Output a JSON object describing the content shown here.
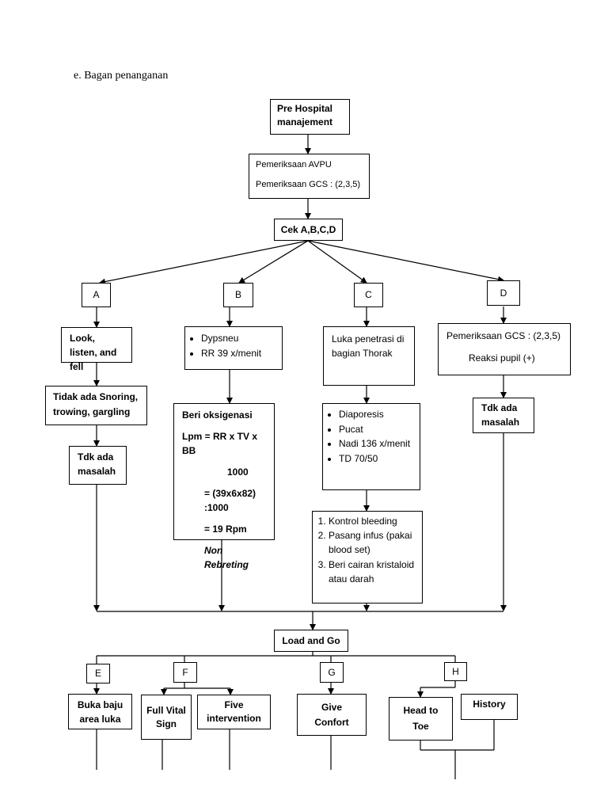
{
  "heading": "e. Bagan penanganan",
  "pre_hospital": "Pre Hospital manajement",
  "avpu": {
    "line1": "Pemeriksaan AVPU",
    "line2": "Pemeriksaan GCS : (2,3,5)"
  },
  "cek": "Cek A,B,C,D",
  "letters": {
    "a": "A",
    "b": "B",
    "c": "C",
    "d": "D",
    "e": "E",
    "f": "F",
    "g": "G",
    "h": "H"
  },
  "a_col": {
    "look": "Look, listen, and fell",
    "snoring": "Tidak ada Snoring, trowing, gargling",
    "tdk": "Tdk ada masalah"
  },
  "b_col": {
    "symptoms": [
      "Dypsneu",
      "RR 39 x/menit"
    ],
    "oksigen_title": "Beri oksigenasi",
    "formula": "Lpm = RR x TV x BB",
    "divisor": "1000",
    "calc": "= (39x6x82) :1000",
    "result": "= 19 Rpm",
    "note": "Non Rebreting"
  },
  "c_col": {
    "luka": "Luka penetrasi di bagian Thorak",
    "signs": [
      "Diaporesis",
      "Pucat",
      "Nadi 136 x/menit",
      "TD 70/50"
    ],
    "actions": [
      "Kontrol bleeding",
      "Pasang infus (pakai blood set)",
      "Beri cairan kristaloid atau darah"
    ]
  },
  "d_col": {
    "gcs": "Pemeriksaan GCS : (2,3,5)",
    "pupil": "Reaksi pupil (+)",
    "tdk": "Tdk ada masalah"
  },
  "load_go": "Load and Go",
  "bottom": {
    "buka": "Buka baju area  luka",
    "full_vital": "Full Vital Sign",
    "five": "Five intervention",
    "give": "Give Confort",
    "head_toe": "Head to Toe",
    "history": "History"
  }
}
